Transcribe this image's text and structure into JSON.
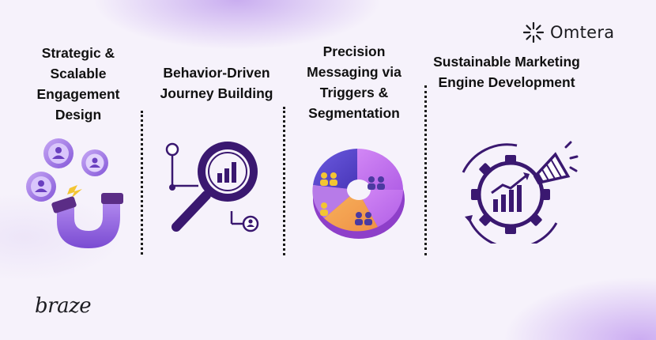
{
  "brand": {
    "partner_logo": "Omtera",
    "platform_logo": "braze"
  },
  "columns": [
    {
      "title": "Strategic & Scalable Engagement Design",
      "icon": "magnet-users-icon"
    },
    {
      "title": "Behavior-Driven Journey Building",
      "icon": "magnifier-chart-icon"
    },
    {
      "title": "Precision Messaging via Triggers & Segmentation",
      "icon": "segmented-donut-icon"
    },
    {
      "title": "Sustainable Marketing Engine Development",
      "icon": "gear-growth-megaphone-icon"
    }
  ],
  "colors": {
    "purple_dark": "#3a1870",
    "purple_mid": "#8a62d8",
    "purple_light": "#b79af0",
    "magenta": "#c266e8",
    "orange": "#f4a24f",
    "yellow": "#f3c533",
    "text": "#111111"
  }
}
